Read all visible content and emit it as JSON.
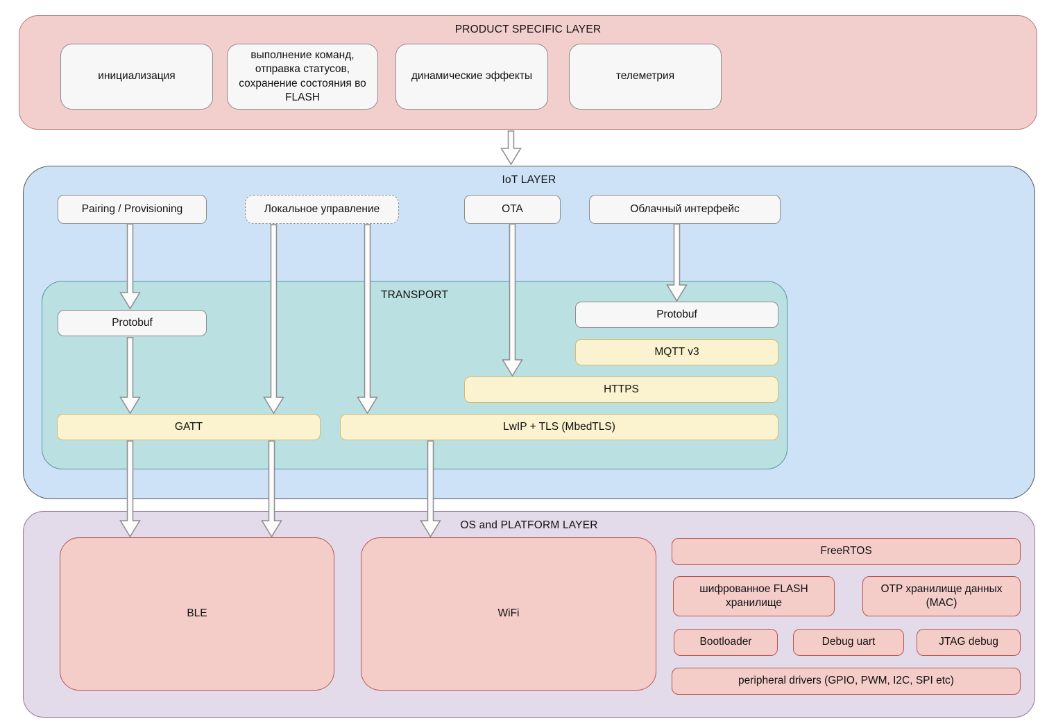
{
  "layers": {
    "product": {
      "title": "PRODUCT SPECIFIC LAYER",
      "boxes": [
        "инициализация",
        "выполнение команд, отправка статусов, сохранение состояния во FLASH",
        "динамические эффекты",
        "телеметрия"
      ]
    },
    "iot": {
      "title": "IoT LAYER",
      "boxes": {
        "pairing": "Pairing / Provisioning",
        "local_control": "Локальное управление",
        "ota": "OTA",
        "cloud_interface": "Облачный интерфейс"
      }
    },
    "transport": {
      "title": "TRANSPORT",
      "boxes": {
        "protobuf_left": "Protobuf",
        "protobuf_right": "Protobuf",
        "mqtt": "MQTT v3",
        "https": "HTTPS",
        "gatt": "GATT",
        "lwip_tls": "LwIP + TLS (MbedTLS)"
      }
    },
    "platform": {
      "title": "OS and PLATFORM LAYER",
      "boxes": {
        "ble": "BLE",
        "wifi": "WiFi",
        "freertos": "FreeRTOS",
        "flash_storage": "шифрованное FLASH хранилище",
        "otp_storage": "OTP хранилище данных (MAC)",
        "bootloader": "Bootloader",
        "debug_uart": "Debug uart",
        "jtag_debug": "JTAG debug",
        "peripheral_drivers": "peripheral drivers (GPIO, PWM, I2C, SPI etc)"
      }
    }
  },
  "colors": {
    "product_fill": "#F2CECD",
    "product_stroke": "#BA7772",
    "iot_fill": "#CEE2F7",
    "iot_stroke": "#50555B",
    "transport_fill": "#BAE0E2",
    "transport_stroke": "#4F989E",
    "platform_fill": "#E3DAEA",
    "platform_stroke": "#9673A6",
    "box_fill": "#F7F7F7",
    "box_stroke": "#8C8C8C",
    "yellow_fill": "#FBF2CF",
    "yellow_stroke": "#D4BC71",
    "pink_fill": "#F4CDC9",
    "pink_stroke": "#B85450",
    "arrow_fill": "#FCFCFC",
    "arrow_stroke": "#8C8C8C"
  }
}
